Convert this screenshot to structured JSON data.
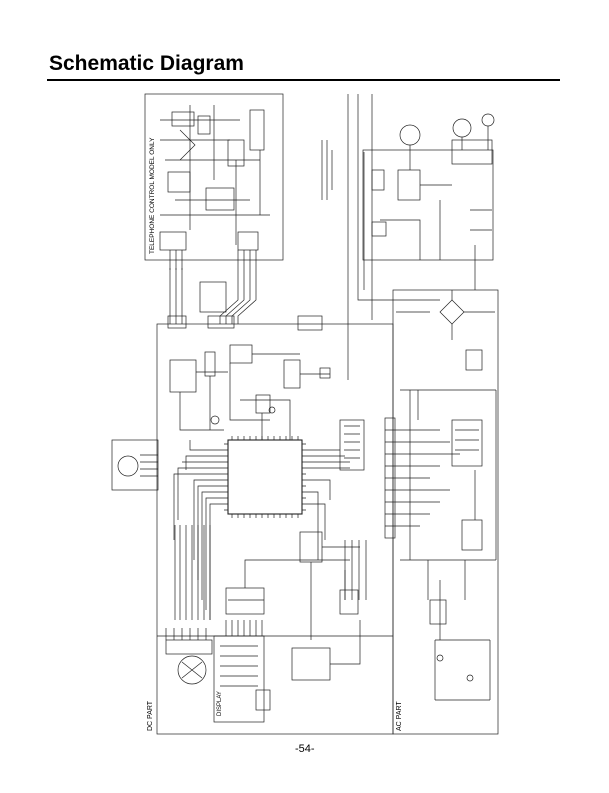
{
  "page": {
    "title": "Schematic Diagram",
    "page_number": "-54-"
  },
  "panels": {
    "telephone": "TELEPHONE CONTROL MODEL ONLY",
    "dc_part": "DC PART",
    "ac_part": "AC PART",
    "display": "DISPLAY"
  },
  "colors": {
    "ink": "#000000",
    "paper": "#ffffff",
    "trace": "#222222"
  }
}
